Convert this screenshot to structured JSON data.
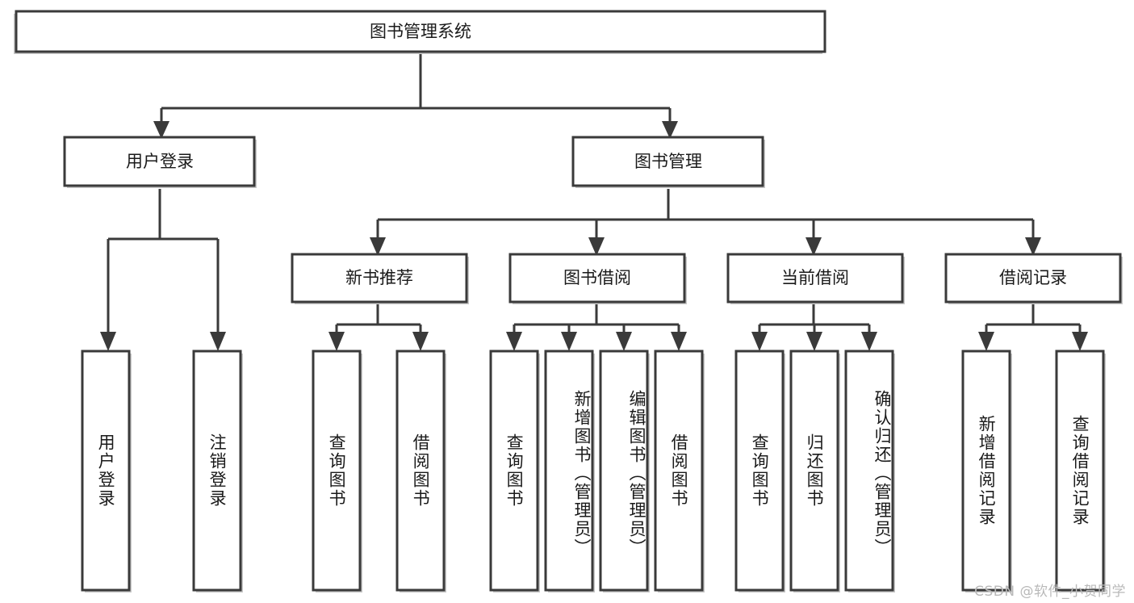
{
  "diagram": {
    "type": "tree",
    "title": "图书管理系统",
    "watermark": "CSDN @软件_小贺同学",
    "colors": {
      "stroke": "#3a3a3a",
      "fill": "#ffffff",
      "text": "#1a1a1a",
      "shadow": "#c9c9c9",
      "watermark": "#b9b9b9"
    },
    "nodes": {
      "root": {
        "label": "图书管理系统"
      },
      "level2": [
        {
          "label": "用户登录"
        },
        {
          "label": "图书管理"
        }
      ],
      "level3": [
        {
          "label": "新书推荐"
        },
        {
          "label": "图书借阅"
        },
        {
          "label": "当前借阅"
        },
        {
          "label": "借阅记录"
        }
      ],
      "leaves": {
        "user_login": [
          {
            "label": "用户登录"
          },
          {
            "label": "注销登录"
          }
        ],
        "new_book": [
          {
            "label": "查询图书"
          },
          {
            "label": "借阅图书"
          }
        ],
        "book_borrow": [
          {
            "label": "查询图书"
          },
          {
            "label": "新增图书（管理员）"
          },
          {
            "label": "编辑图书（管理员）"
          },
          {
            "label": "借阅图书"
          }
        ],
        "current_borrow": [
          {
            "label": "查询图书"
          },
          {
            "label": "归还图书"
          },
          {
            "label": "确认归还（管理员）"
          }
        ],
        "borrow_record": [
          {
            "label": "新增借阅记录"
          },
          {
            "label": "查询借阅记录"
          }
        ]
      }
    }
  }
}
